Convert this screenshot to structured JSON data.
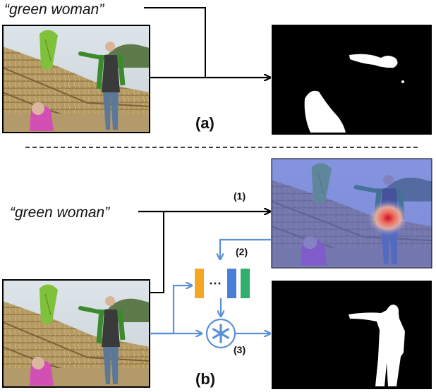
{
  "figure": {
    "top_panel": {
      "query_text": "“green woman”",
      "label": "(a)"
    },
    "bottom_panel": {
      "query_text": "“green woman”",
      "label": "(b)",
      "steps": [
        "(1)",
        "(2)",
        "(3)"
      ],
      "operator_symbol": "✱",
      "ellipsis": "⋯"
    },
    "colors": {
      "arrow_black": "#000000",
      "arrow_blue": "#5b8fd6",
      "feature_orange": "#f5a623",
      "feature_blue": "#4a7fd8",
      "feature_green": "#2fae6c",
      "heatmap_overlay": "#4e63d9",
      "mask_bg": "#000000",
      "mask_fg": "#ffffff"
    }
  }
}
